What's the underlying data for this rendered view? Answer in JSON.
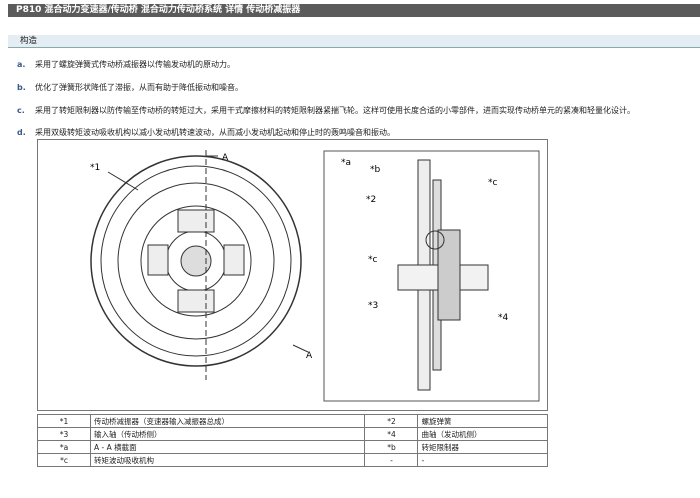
{
  "header": {
    "title": "P810 混合动力变速器/传动桥  混合动力传动桥系统  详情  传动桥减振器"
  },
  "section": {
    "title": "构造"
  },
  "items": [
    {
      "label": "a.",
      "text": "采用了螺旋弹簧式传动桥减振器以传输发动机的原动力。"
    },
    {
      "label": "b.",
      "text": "优化了弹簧形状降低了滞振，从而有助于降低振动和噪音。"
    },
    {
      "label": "c.",
      "text": "采用了转矩限制器以防传输至传动桥的转矩过大，采用干式摩擦材料的转矩限制器紧揣飞轮。这样可使用长度合适的小零部件，进而实现传动桥单元的紧凑和轻量化设计。"
    },
    {
      "label": "d.",
      "text": "采用双级转矩波动吸收机构以减小发动机转速波动，从而减小发动机起动和停止时的轰鸣噪音和振动。"
    }
  ],
  "figure": {
    "callouts": {
      "c1": "*1",
      "A1": "A",
      "A2": "A",
      "ca": "*a",
      "cb": "*b",
      "c2": "*2",
      "cc1": "*c",
      "cc2": "*c",
      "c3": "*3",
      "c4": "*4"
    }
  },
  "legend": [
    [
      "*1",
      "传动桥减振器（变速器输入减振器总成）",
      "*2",
      "螺旋弹簧"
    ],
    [
      "*3",
      "输入轴（传动桥侧）",
      "*4",
      "曲轴（发动机侧）"
    ],
    [
      "*a",
      "A - A 横截面",
      "*b",
      "转矩限制器"
    ],
    [
      "*c",
      "转矩波动吸收机构",
      "-",
      "-"
    ]
  ]
}
